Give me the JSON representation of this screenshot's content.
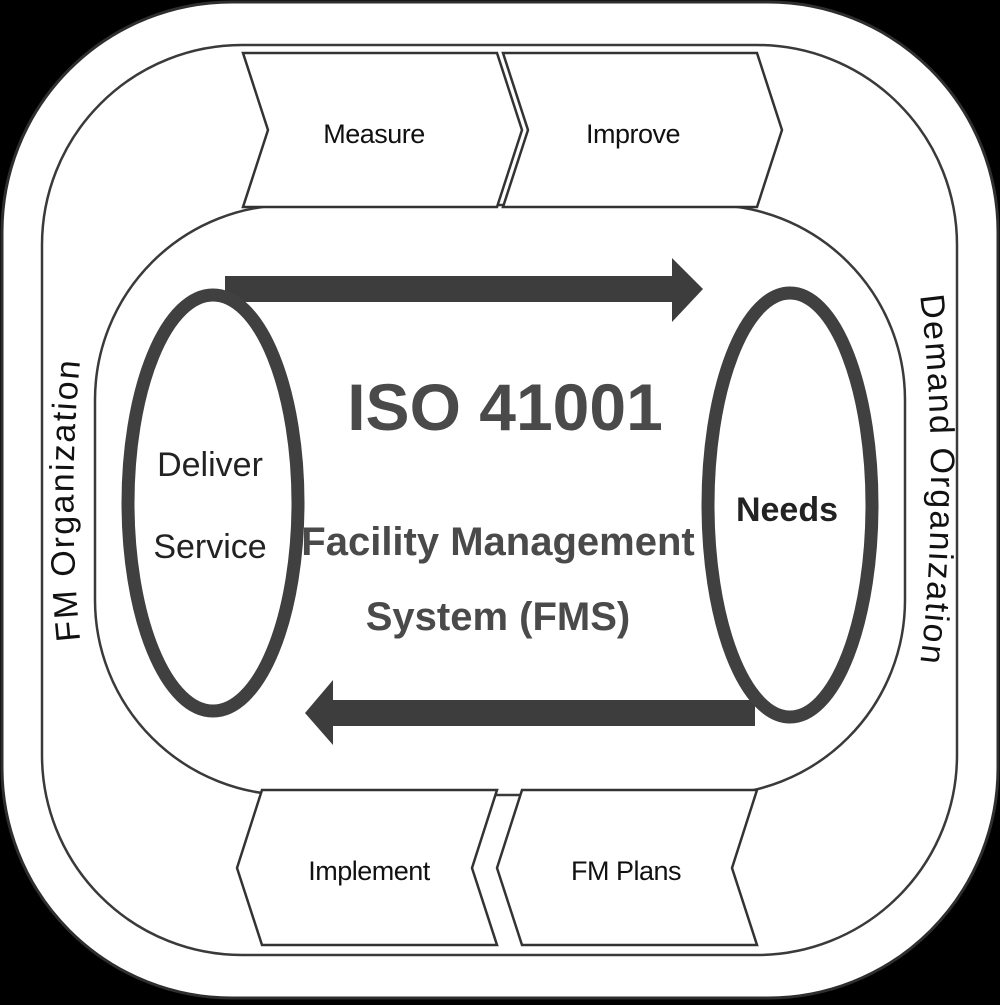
{
  "title": "ISO 41001",
  "subtitle_line1": "Facility Management",
  "subtitle_line2": "System (FMS)",
  "left_side_label": "FM Organization",
  "right_side_label": "Demand Organization",
  "left_circle": {
    "line1": "Deliver",
    "line2": "Service"
  },
  "right_circle": {
    "label": "Needs"
  },
  "top_steps": [
    "Measure",
    "Improve"
  ],
  "bottom_steps": [
    "Implement",
    "FM Plans"
  ],
  "colors": {
    "background": "#000000",
    "shape_fill": "#ffffff",
    "outline": "#3a3a3a",
    "arrow": "#3d3d3d",
    "circle_stroke": "#404040",
    "title_text": "#4a4a4a"
  }
}
